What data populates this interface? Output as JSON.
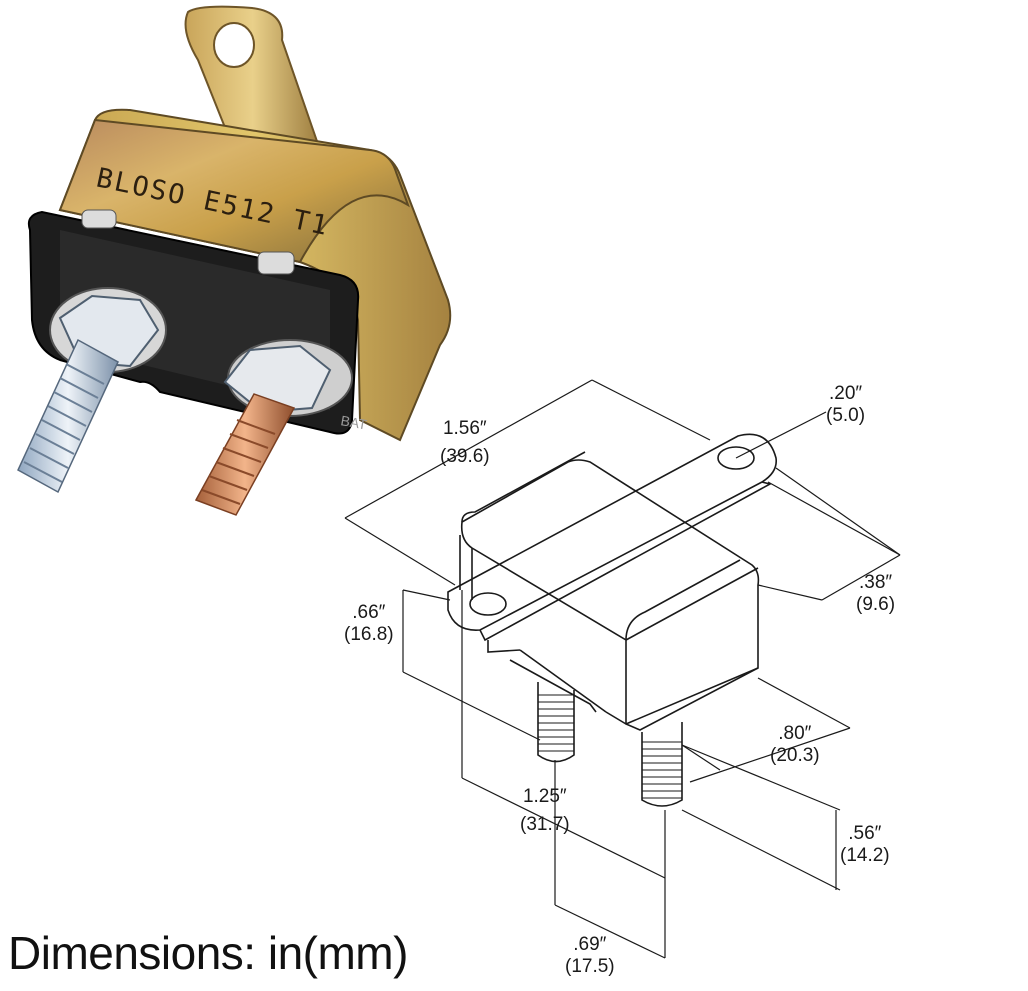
{
  "product": {
    "label": "BLOSO E512 T1",
    "stamp": "BAT"
  },
  "dimensions": [
    {
      "id": "overall-length",
      "inches": "1.56″",
      "mm": "(39.6)"
    },
    {
      "id": "hole-diameter",
      "inches": ".20″",
      "mm": "(5.0)"
    },
    {
      "id": "bracket-width",
      "inches": ".38″",
      "mm": "(9.6)"
    },
    {
      "id": "body-height",
      "inches": ".66″",
      "mm": "(16.8)"
    },
    {
      "id": "body-width",
      "inches": ".80″",
      "mm": "(20.3)"
    },
    {
      "id": "stud-spacing",
      "inches": "1.25″",
      "mm": "(31.7)"
    },
    {
      "id": "stud-length",
      "inches": ".56″",
      "mm": "(14.2)"
    },
    {
      "id": "stud-offset",
      "inches": ".69″",
      "mm": "(17.5)"
    }
  ],
  "caption": "Dimensions: in(mm)"
}
